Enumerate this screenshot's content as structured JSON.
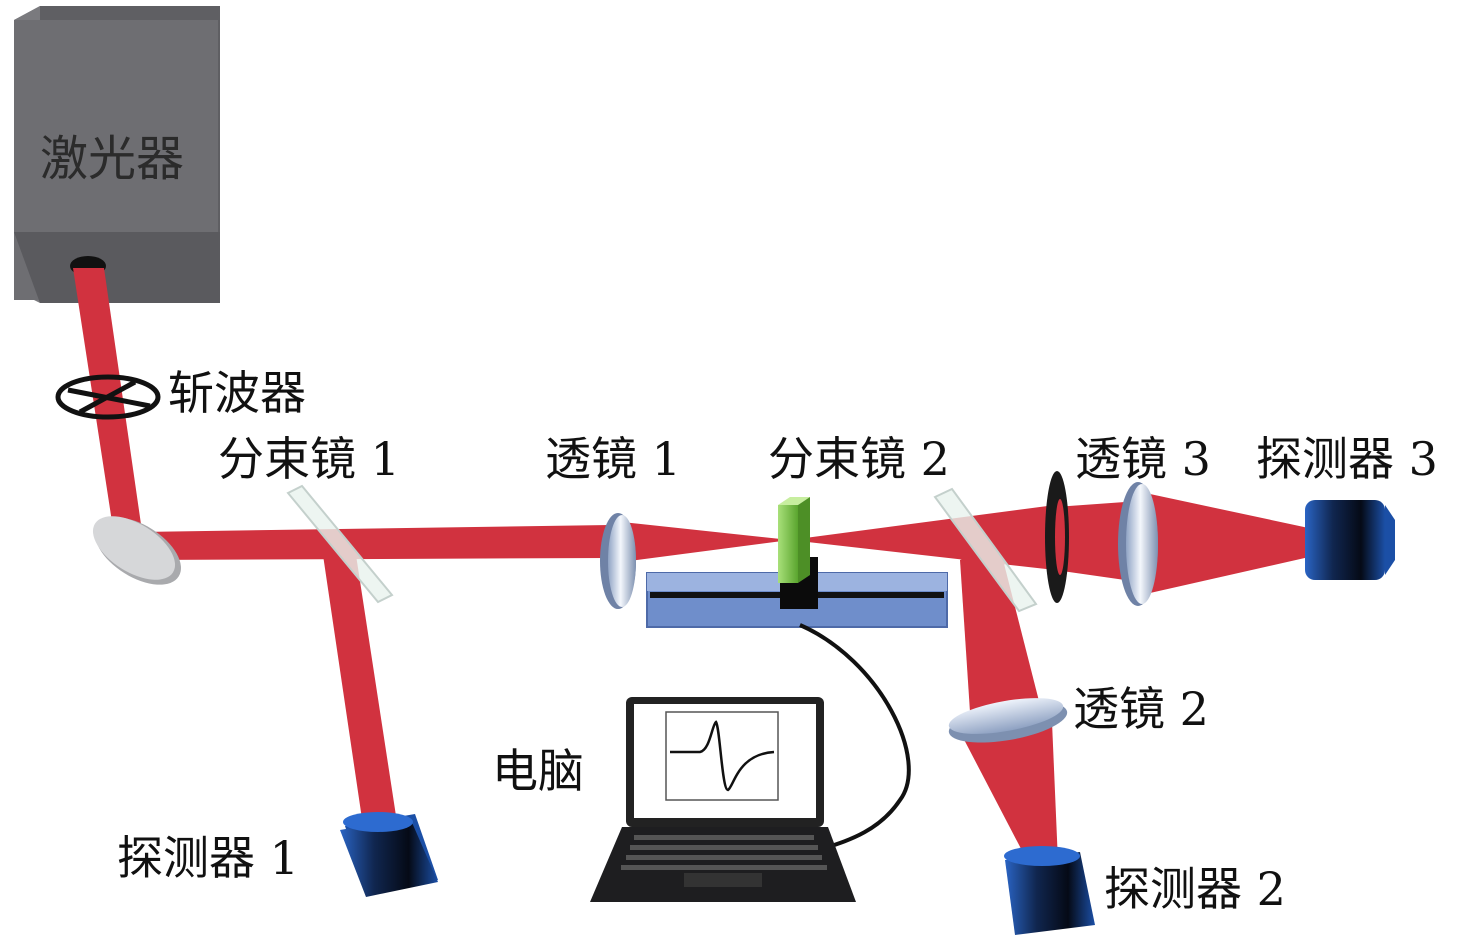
{
  "labels": {
    "laser": "激光器",
    "chopper": "斩波器",
    "beam_splitter_1": "分束镜 1",
    "lens_1": "透镜 1",
    "beam_splitter_2": "分束镜 2",
    "lens_3": "透镜 3",
    "detector_3": "探测器 3",
    "lens_2": "透镜 2",
    "computer": "电脑",
    "detector_1": "探测器 1",
    "detector_2": "探测器 2"
  },
  "colors": {
    "beam": "#d1323f",
    "laser_body": "#6d6d70",
    "detector": "#1f4f9a",
    "stage": "#6f8ecb",
    "sample": "#7cc640"
  }
}
